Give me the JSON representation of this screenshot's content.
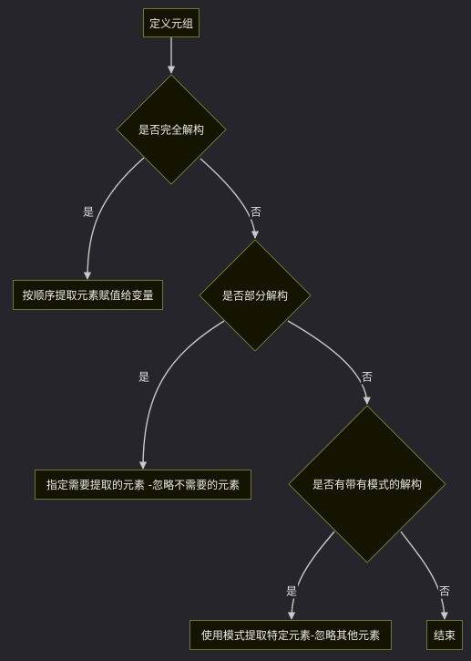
{
  "nodes": {
    "start": "定义元组",
    "q_full": "是否完全解构",
    "seq_assign": "按顺序提取元素赋值给变量",
    "q_partial": "是否部分解构",
    "partial_extract": "指定需要提取的元素 -忽略不需要的元素",
    "q_pattern": "是否有带有模式的解构",
    "pattern_extract": "使用模式提取特定元素-忽略其他元素",
    "end": "结束"
  },
  "edge_labels": {
    "full_yes": "是",
    "full_no": "否",
    "partial_yes": "是",
    "partial_no": "否",
    "pattern_yes": "是",
    "pattern_no": "否"
  },
  "colors": {
    "background": "#25252b",
    "node_fill": "#141400",
    "node_border": "#6c7a2e",
    "edge": "#c8c8c8",
    "text": "#e8e8e8"
  }
}
